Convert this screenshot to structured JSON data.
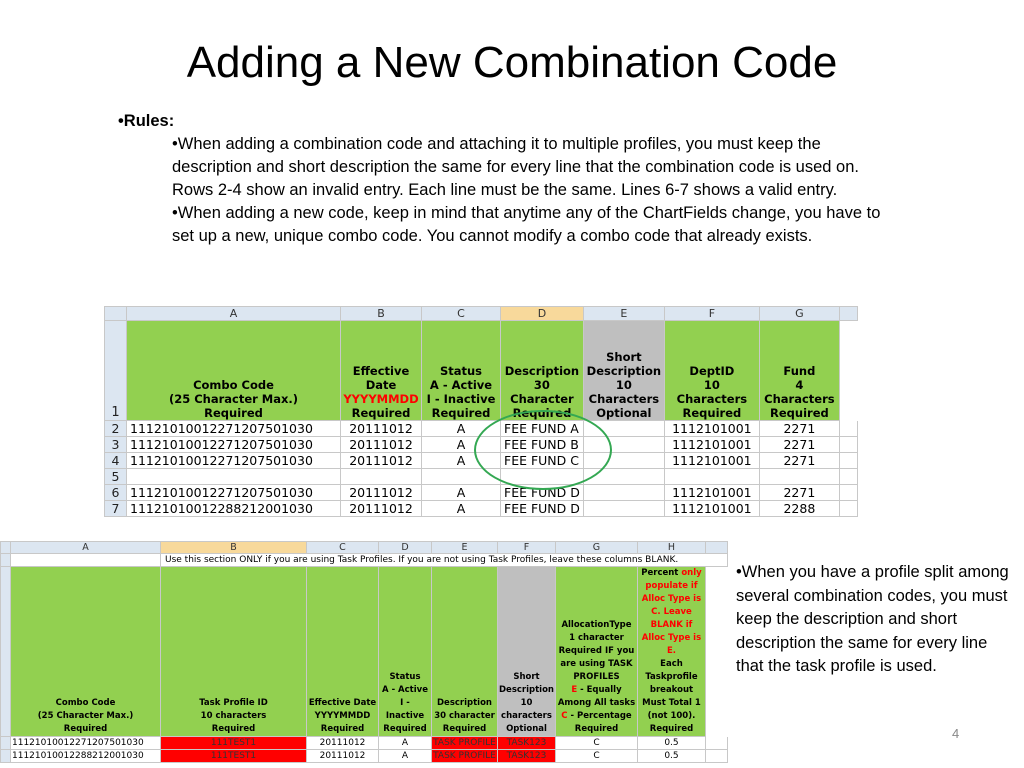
{
  "title": "Adding a New Combination Code",
  "rules": {
    "bullet": "•",
    "header": "Rules:",
    "items": [
      "•When adding a combination code and attaching it to multiple profiles, you must keep the description and short description the same for every line that the combination code is used on.  Rows 2-4 show an invalid entry.  Each line must be the same.  Lines 6-7 shows a valid entry.",
      "•When adding a new code, keep in mind that anytime any of the ChartFields change, you have to set up a new, unique combo code.  You cannot modify a combo code that already exists."
    ]
  },
  "side_text": "•When you have a profile split among several combination codes, you must keep the description and short description the same for every line that the task profile is used.",
  "page_number": "4",
  "table1": {
    "columns": [
      "A",
      "B",
      "C",
      "D",
      "E",
      "F",
      "G"
    ],
    "header_row_num": "1",
    "header": {
      "a": [
        "Combo Code",
        "(25 Character Max.)",
        "Required"
      ],
      "b_pre": "Effective Date",
      "b_red": "YYYYMMDD",
      "b_post": "Required",
      "c": [
        "Status",
        "A - Active",
        "I - Inactive",
        "Required"
      ],
      "d": [
        "Description",
        "30",
        "Character",
        "Required"
      ],
      "e": [
        "Short Description",
        "10",
        "Characters",
        "Optional"
      ],
      "f": [
        "DeptID",
        "10",
        "Characters",
        "Required"
      ],
      "g": [
        "Fund",
        "4",
        "Characters",
        "Required"
      ]
    },
    "rows": [
      {
        "n": "2",
        "a": "11121010012271207501030",
        "b": "20111012",
        "c": "A",
        "d": "FEE FUND A",
        "e": "",
        "f": "1112101001",
        "g": "2271"
      },
      {
        "n": "3",
        "a": "11121010012271207501030",
        "b": "20111012",
        "c": "A",
        "d": "FEE FUND B",
        "e": "",
        "f": "1112101001",
        "g": "2271"
      },
      {
        "n": "4",
        "a": "11121010012271207501030",
        "b": "20111012",
        "c": "A",
        "d": "FEE FUND C",
        "e": "",
        "f": "1112101001",
        "g": "2271"
      },
      {
        "n": "5",
        "a": "",
        "b": "",
        "c": "",
        "d": "",
        "e": "",
        "f": "",
        "g": ""
      },
      {
        "n": "6",
        "a": "11121010012271207501030",
        "b": "20111012",
        "c": "A",
        "d": "FEE FUND D",
        "e": "",
        "f": "1112101001",
        "g": "2271"
      },
      {
        "n": "7",
        "a": "11121010012288212001030",
        "b": "20111012",
        "c": "A",
        "d": "FEE FUND D",
        "e": "",
        "f": "1112101001",
        "g": "2288"
      }
    ]
  },
  "table2": {
    "columns": [
      "A",
      "B",
      "C",
      "D",
      "E",
      "F",
      "G",
      "H"
    ],
    "note": "Use this section ONLY if you are using Task Profiles.  If you are not using Task Profiles, leave these columns BLANK.",
    "header": {
      "a": [
        "Combo Code",
        "(25 Character Max.)",
        "Required"
      ],
      "b": [
        "Task Profile ID",
        "10 characters",
        "Required"
      ],
      "c": [
        "Effective Date",
        "YYYYMMDD",
        "Required"
      ],
      "d": [
        "Status",
        "A - Active",
        "I - Inactive",
        "Required"
      ],
      "e": [
        "Description",
        "30 character",
        "Required"
      ],
      "f": [
        "Short",
        "Description",
        "10",
        "characters",
        "Optional"
      ],
      "g_top": [
        "AllocationType",
        "1 character",
        "Required IF you",
        "are using TASK",
        "PROFILES"
      ],
      "g_e_code": "E",
      "g_e_text": " - Equally",
      "g_mid": "Among All tasks",
      "g_c_code": "C",
      "g_c_text": " - Percentage",
      "g_end": "Required",
      "h_pre": "Percent ",
      "h_red": [
        "only",
        "populate if",
        "Alloc Type is",
        "C.  Leave",
        "BLANK if",
        "Alloc Type is",
        "E."
      ],
      "h_post": [
        "Each",
        "Taskprofile",
        "breakout",
        "Must Total 1",
        "(not 100).",
        "Required"
      ]
    },
    "rows": [
      {
        "a": "11121010012271207501030",
        "b": "111TEST1",
        "c": "20111012",
        "d": "A",
        "e": "TASK PROFILE",
        "f": "TASK123",
        "g": "C",
        "h": "0.5"
      },
      {
        "a": "11121010012288212001030",
        "b": "111TEST1",
        "c": "20111012",
        "d": "A",
        "e": "TASK PROFILE",
        "f": "TASK123",
        "g": "C",
        "h": "0.5"
      }
    ]
  }
}
